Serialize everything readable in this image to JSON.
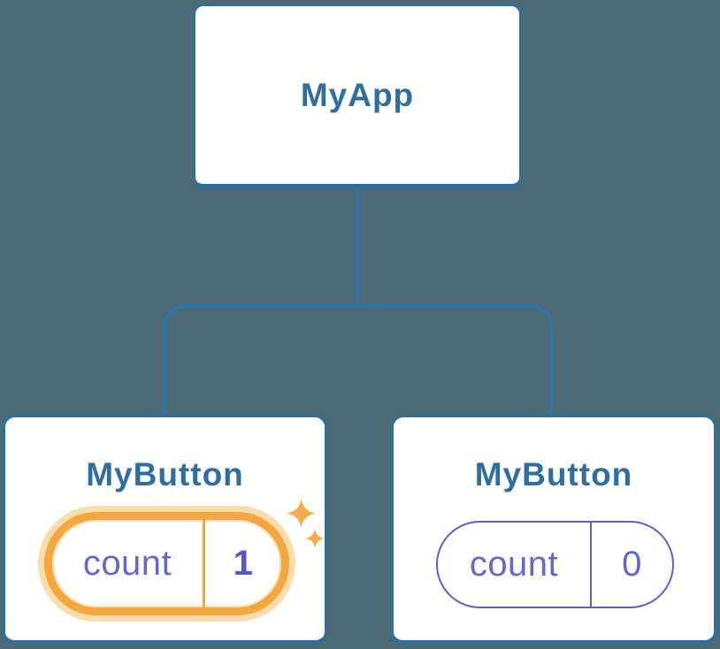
{
  "tree": {
    "root": {
      "label": "MyApp"
    },
    "children": [
      {
        "label": "MyButton",
        "state": {
          "name": "count",
          "value": "1"
        },
        "highlighted": true
      },
      {
        "label": "MyButton",
        "state": {
          "name": "count",
          "value": "0"
        },
        "highlighted": false
      }
    ]
  },
  "icons": {
    "sparkle_large": "sparkle-icon",
    "sparkle_small": "sparkle-icon"
  },
  "colors": {
    "background": "#4c6a73",
    "card_background": "#ffffff",
    "card_border": "#2f6f9f",
    "connector_line": "#2e74a6",
    "node_label_text": "#2f6f9f",
    "state_name_text": "#6467cd",
    "state_value_highlighted_text": "#5457c8",
    "state_value_plain_text": "#6165d2",
    "state_pill_border_plain": "#5e5ed2",
    "highlight_ring": "#f4a73f",
    "highlight_glow": "#fbdcab",
    "sparkle": "#f6ab49"
  }
}
